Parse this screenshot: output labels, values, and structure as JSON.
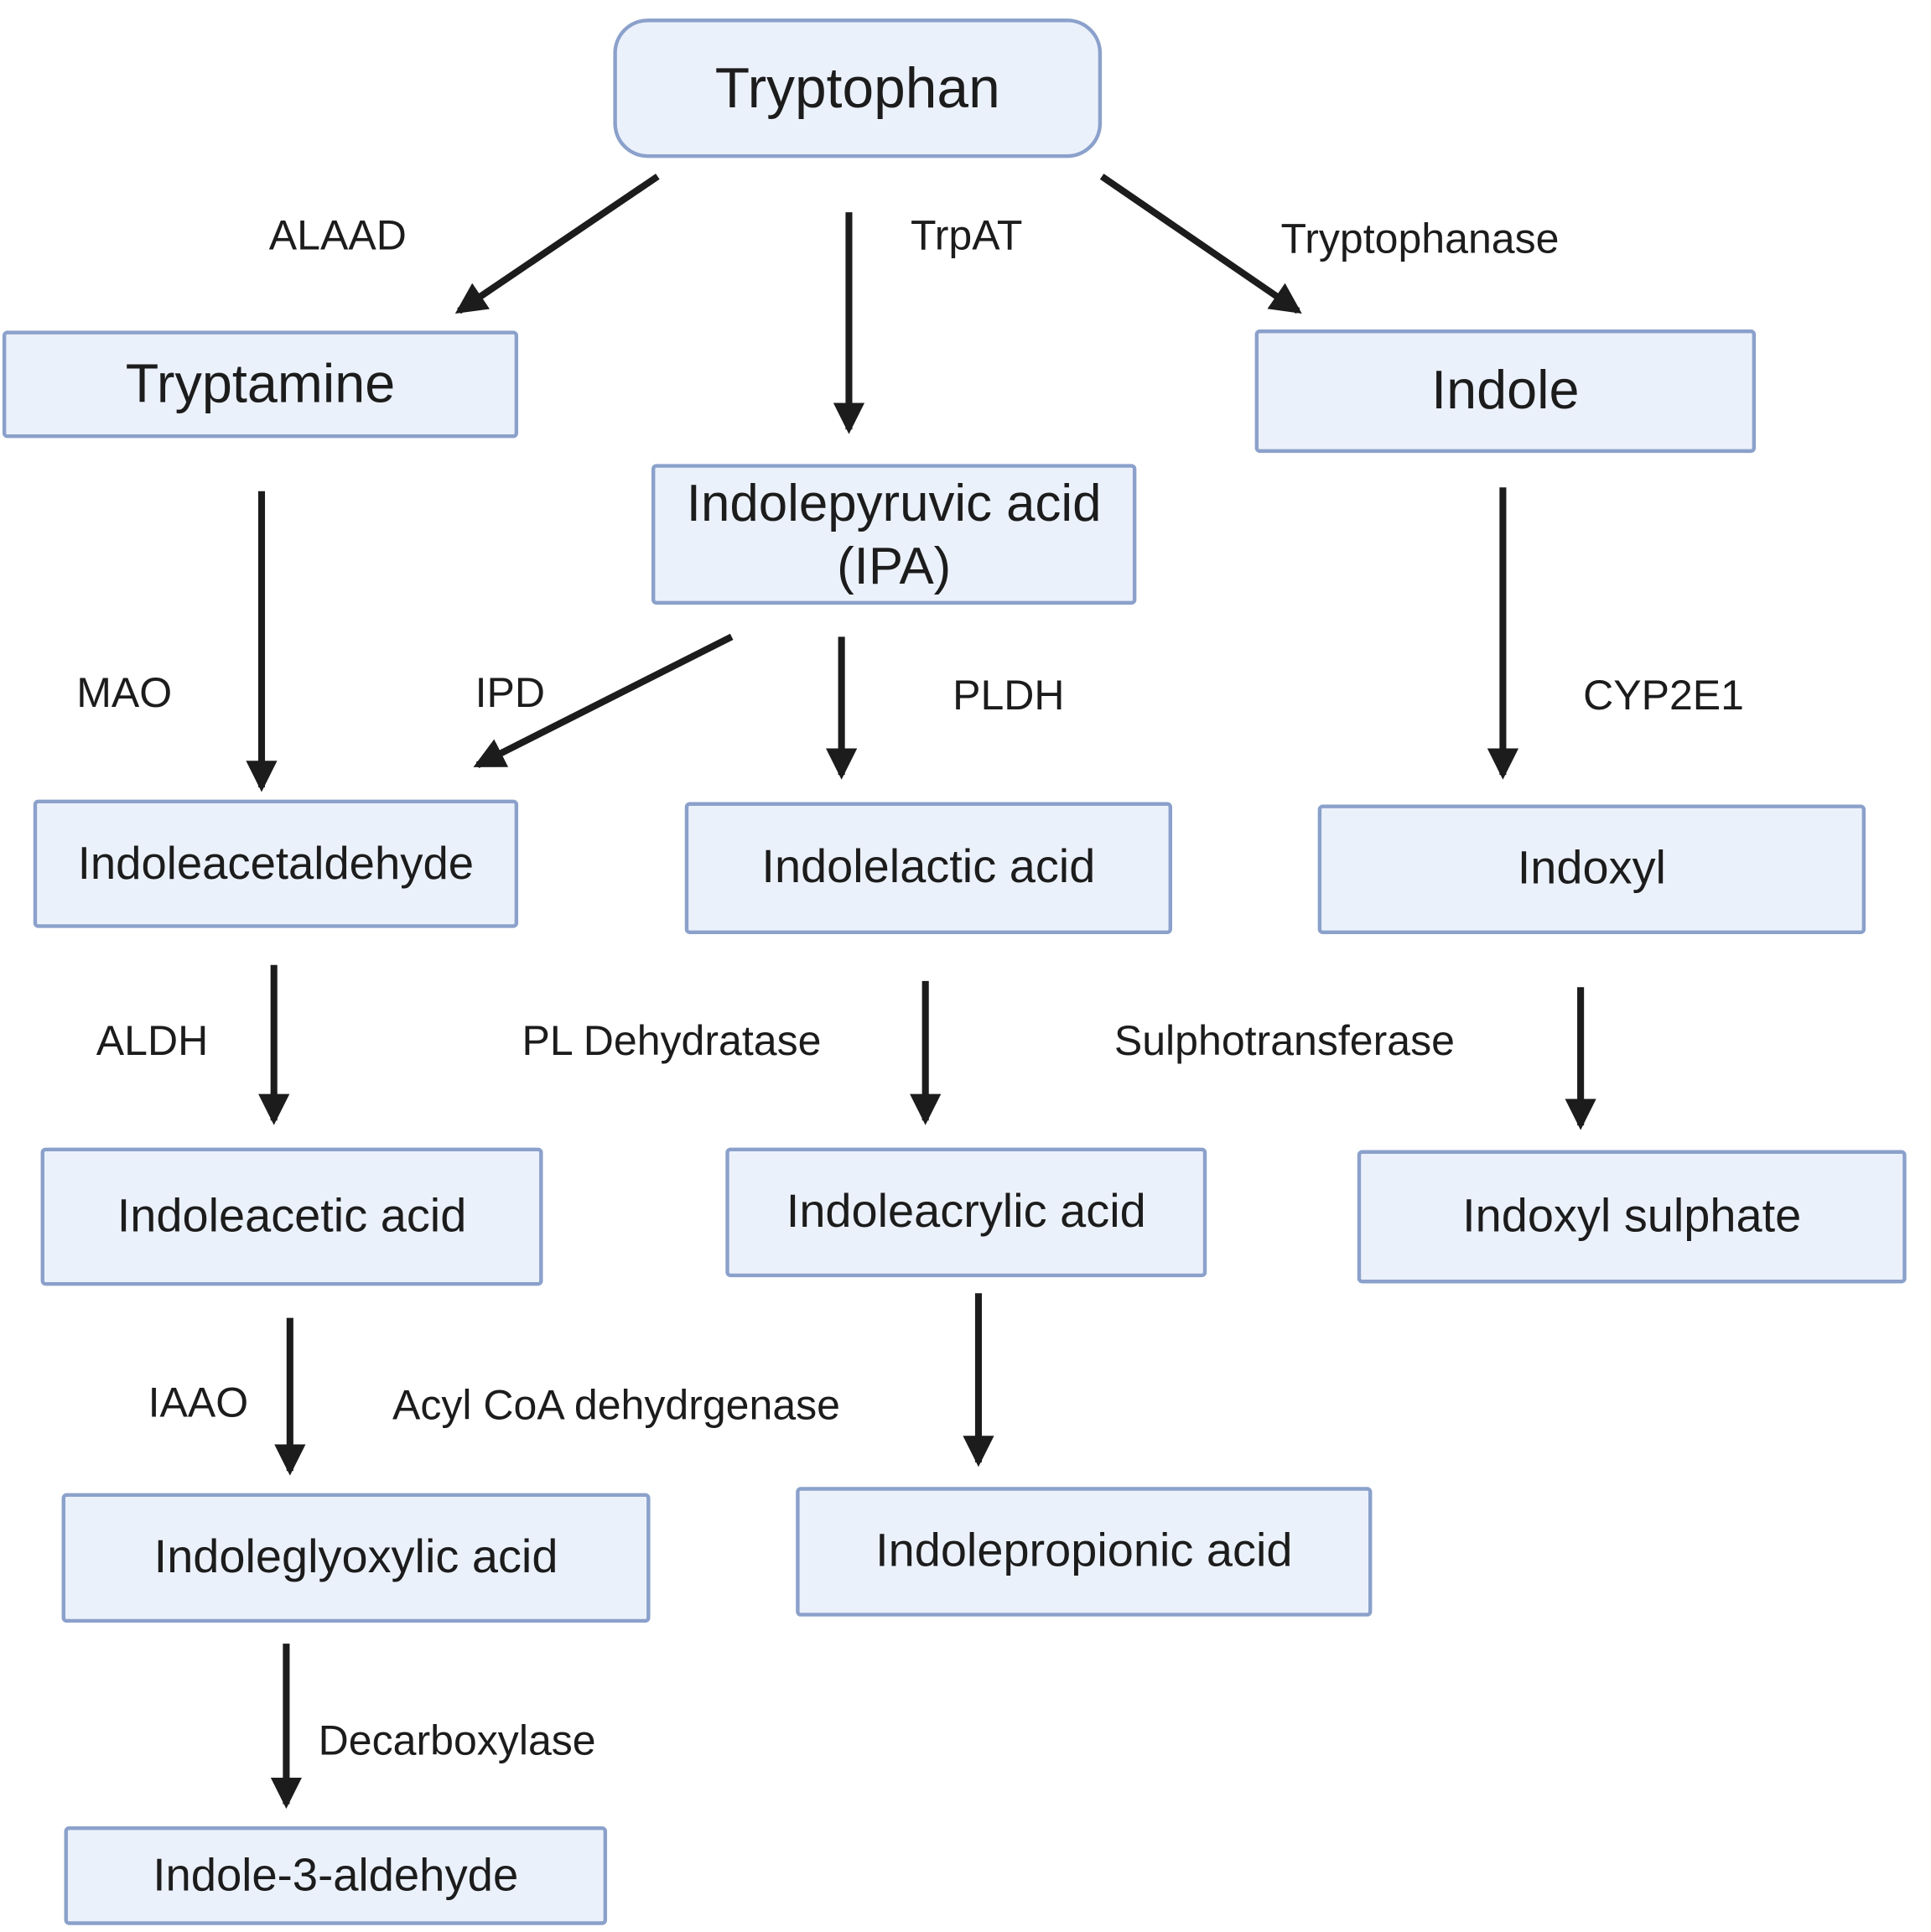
{
  "colors": {
    "box-fill": "#ebf1fb",
    "box-border": "#8ba1cb",
    "arrow": "#1c1c1c",
    "text": "#1c1c1c"
  },
  "nodes": {
    "tryptophan": {
      "label": "Tryptophan"
    },
    "tryptamine": {
      "label": "Tryptamine"
    },
    "indole": {
      "label": "Indole"
    },
    "ipa": {
      "line1": "Indolepyruvic acid",
      "line2": "(IPA)"
    },
    "indoleacetaldehyde": {
      "label": "Indoleacetaldehyde"
    },
    "indolelactic_acid": {
      "label": "Indolelactic acid"
    },
    "indoxyl": {
      "label": "Indoxyl"
    },
    "indoleacetic_acid": {
      "label": "Indoleacetic acid"
    },
    "indoleacrylic_acid": {
      "label": "Indoleacrylic acid"
    },
    "indoxyl_sulphate": {
      "label": "Indoxyl sulphate"
    },
    "indoleglyoxylic_acid": {
      "label": "Indoleglyoxylic acid"
    },
    "indolepropionic_acid": {
      "label": "Indolepropionic acid"
    },
    "indole_3_aldehyde": {
      "label": "Indole-3-aldehyde"
    }
  },
  "enzymes": {
    "alaad": {
      "label": "ALAAD"
    },
    "trpat": {
      "label": "TrpAT"
    },
    "tryptophanase": {
      "label": "Tryptophanase"
    },
    "mao": {
      "label": "MAO"
    },
    "ipd": {
      "label": "IPD"
    },
    "pldh": {
      "label": "PLDH"
    },
    "cyp2e1": {
      "label": "CYP2E1"
    },
    "aldh": {
      "label": "ALDH"
    },
    "pl_dehydratase": {
      "label": "PL Dehydratase"
    },
    "sulphotransferase": {
      "label": "Sulphotransferase"
    },
    "iaao": {
      "label": "IAAO"
    },
    "acyl_coa_dehydrgenase": {
      "label": "Acyl CoA dehydrgenase"
    },
    "decarboxylase": {
      "label": "Decarboxylase"
    }
  },
  "edges": [
    {
      "from": "Tryptophan",
      "to": "Tryptamine",
      "enzyme": "ALAAD"
    },
    {
      "from": "Tryptophan",
      "to": "Indolepyruvic acid (IPA)",
      "enzyme": "TrpAT"
    },
    {
      "from": "Tryptophan",
      "to": "Indole",
      "enzyme": "Tryptophanase"
    },
    {
      "from": "Tryptamine",
      "to": "Indoleacetaldehyde",
      "enzyme": "MAO"
    },
    {
      "from": "Indolepyruvic acid (IPA)",
      "to": "Indoleacetaldehyde",
      "enzyme": "IPD"
    },
    {
      "from": "Indolepyruvic acid (IPA)",
      "to": "Indolelactic acid",
      "enzyme": "PLDH"
    },
    {
      "from": "Indole",
      "to": "Indoxyl",
      "enzyme": "CYP2E1"
    },
    {
      "from": "Indoleacetaldehyde",
      "to": "Indoleacetic acid",
      "enzyme": "ALDH"
    },
    {
      "from": "Indolelactic acid",
      "to": "Indoleacrylic acid",
      "enzyme": "PL Dehydratase"
    },
    {
      "from": "Indoxyl",
      "to": "Indoxyl sulphate",
      "enzyme": "Sulphotransferase"
    },
    {
      "from": "Indoleacetic acid",
      "to": "Indoleglyoxylic acid",
      "enzyme": "IAAO"
    },
    {
      "from": "Indoleacrylic acid",
      "to": "Indolepropionic acid",
      "enzyme": "Acyl CoA dehydrgenase"
    },
    {
      "from": "Indoleglyoxylic acid",
      "to": "Indole-3-aldehyde",
      "enzyme": "Decarboxylase"
    }
  ]
}
